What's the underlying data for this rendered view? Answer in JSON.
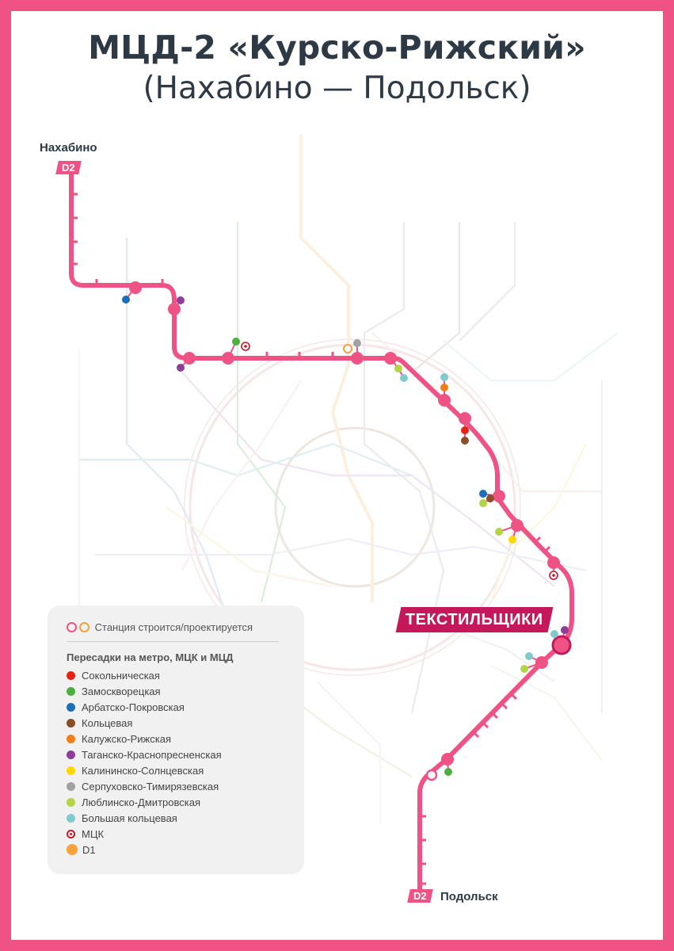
{
  "title": "МЦД-2 «Курско-Рижский»",
  "subtitle": "(Нахабино — Подольск)",
  "line_badge": "D2",
  "terminals": {
    "north": "Нахабино",
    "south": "Подольск"
  },
  "highlighted_station": "ТЕКСТИЛЬЩИКИ",
  "colors": {
    "frame": "#ef5284",
    "d2_line": "#ef5284",
    "highlight": "#c4185a",
    "text": "#2d3a45"
  },
  "legend": {
    "construction_label": "Станция строится/проектируется",
    "transfers_heading": "Пересадки на метро, МЦК и МЦД",
    "items": [
      {
        "label": "Сокольническая",
        "color": "#e42313"
      },
      {
        "label": "Замоскворецкая",
        "color": "#4caf3e"
      },
      {
        "label": "Арбатско-Покровская",
        "color": "#1a6fba"
      },
      {
        "label": "Кольцевая",
        "color": "#8b4e2b"
      },
      {
        "label": "Калужско-Рижская",
        "color": "#f07e1a"
      },
      {
        "label": "Таганско-Краснопресненская",
        "color": "#8e3e96"
      },
      {
        "label": "Калининско-Солнцевская",
        "color": "#ffd800"
      },
      {
        "label": "Серпуховско-Тимирязевская",
        "color": "#a1a2a3"
      },
      {
        "label": "Люблинско-Дмитровская",
        "color": "#b3d445"
      },
      {
        "label": "Большая кольцевая",
        "color": "#82c9d0"
      },
      {
        "label": "МЦК",
        "color": "#c6172b",
        "symbol": "mck"
      },
      {
        "label": "D1",
        "color": "#f6a13a",
        "symbol": "d1"
      }
    ]
  }
}
